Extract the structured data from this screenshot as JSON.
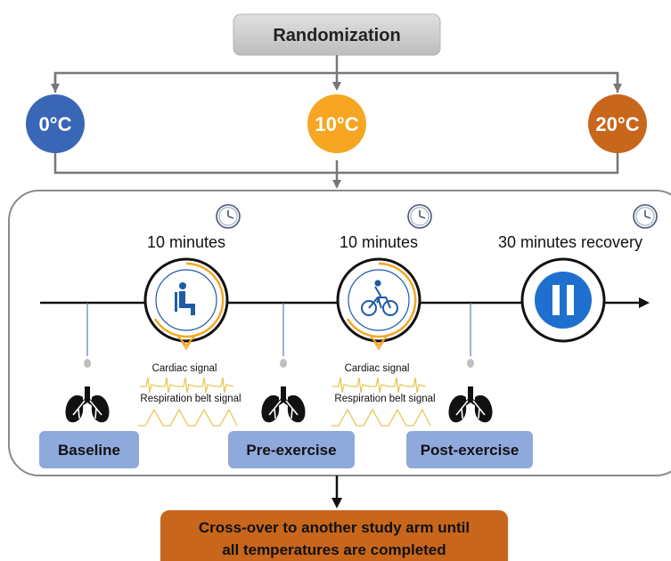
{
  "header": {
    "randomization": "Randomization"
  },
  "temperatures": [
    {
      "label": "0°C",
      "color": "#3a66b6"
    },
    {
      "label": "10°C",
      "color": "#f6a623"
    },
    {
      "label": "20°C",
      "color": "#c8661c"
    }
  ],
  "durations": {
    "first": "10 minutes",
    "second": "10 minutes",
    "third": "30 minutes recovery"
  },
  "signals": {
    "cardiac_1": "Cardiac signal",
    "respiration_1": "Respiration belt signal",
    "cardiac_2": "Cardiac signal",
    "respiration_2": "Respiration belt signal"
  },
  "phases": {
    "baseline": "Baseline",
    "pre_exercise": "Pre-exercise",
    "post_exercise": "Post-exercise"
  },
  "footer": {
    "line1": "Cross-over to another study arm until",
    "line2": "all temperatures are completed"
  },
  "icons": {
    "clock": "clock-icon",
    "seated": "seated-person-icon",
    "cycling": "cyclist-icon",
    "pause": "pause-icon",
    "lungs": "lungs-icon"
  },
  "colors": {
    "box_grey": "#cccccc",
    "phase_blue": "#8fa9dc",
    "accent_orange": "#f6a623",
    "signal_yellow": "#e7c85a",
    "icon_blue": "#1f5aa8",
    "footer_orange": "#c8661c"
  }
}
